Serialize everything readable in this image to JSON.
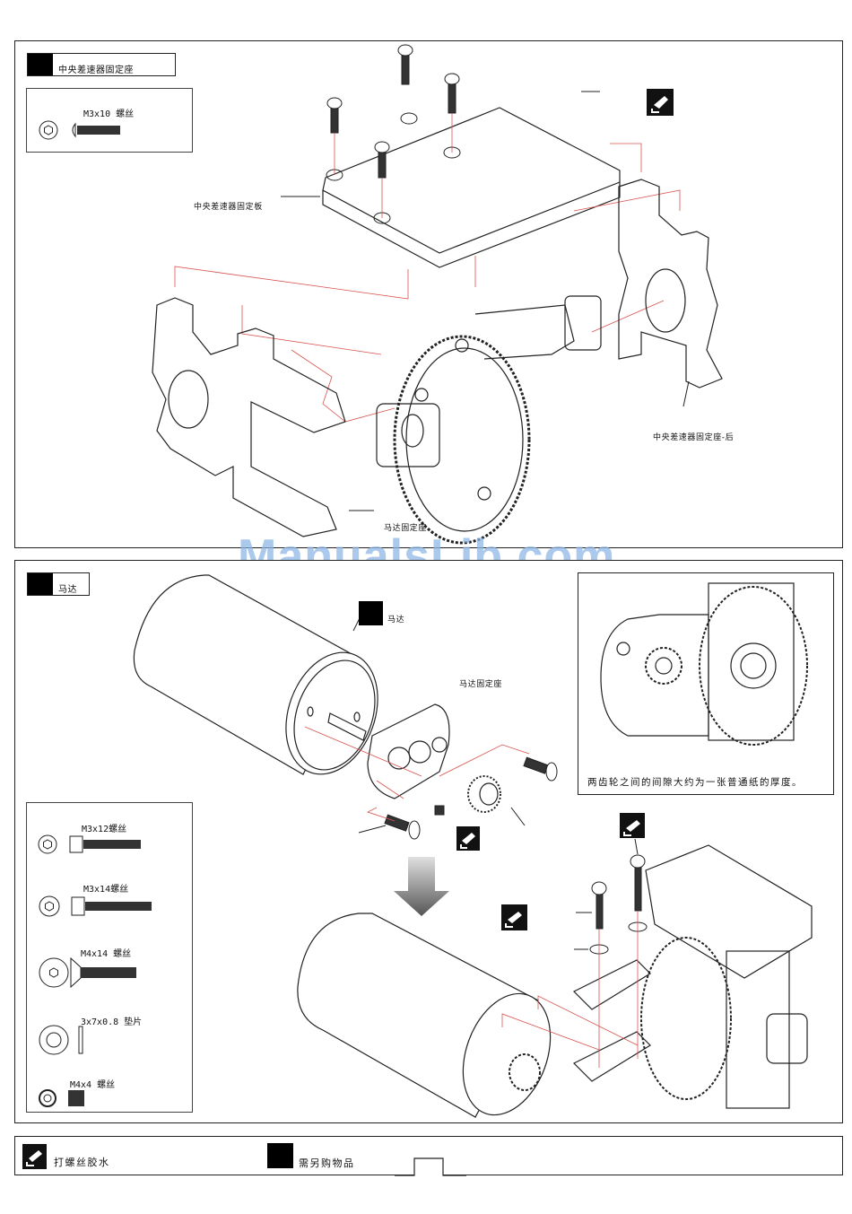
{
  "watermark": "ManualsLib.com",
  "step1": {
    "title": "中央差速器固定座",
    "parts": [
      {
        "name": "M3x10 螺丝",
        "type": "button-head-screw"
      }
    ],
    "labels": {
      "plate": "中央差速器固定板",
      "rear_mount": "中央差速器固定座-后",
      "motor_mount": "马达固定座"
    },
    "glue_icon": "thread-lock-icon"
  },
  "step2": {
    "title": "马达",
    "labels": {
      "motor": "马达",
      "motor_mount": "马达固定座"
    },
    "parts": [
      {
        "name": "M3x12螺丝",
        "type": "cap-screw"
      },
      {
        "name": "M3x14螺丝",
        "type": "cap-screw"
      },
      {
        "name": "M4x14 螺丝",
        "type": "flat-head-screw"
      },
      {
        "name": "3x7x0.8 垫片",
        "type": "washer"
      },
      {
        "name": "M4x4 螺丝",
        "type": "set-screw"
      }
    ],
    "inset_note": "两齿轮之间的间隙大约为一张普通纸的厚度。"
  },
  "legend": {
    "glue": "打螺丝胶水",
    "buy_separately": "需另购物品"
  },
  "colors": {
    "leader_red": "#d9534f",
    "ink": "#111111",
    "watermark": "#8fb7e6"
  }
}
